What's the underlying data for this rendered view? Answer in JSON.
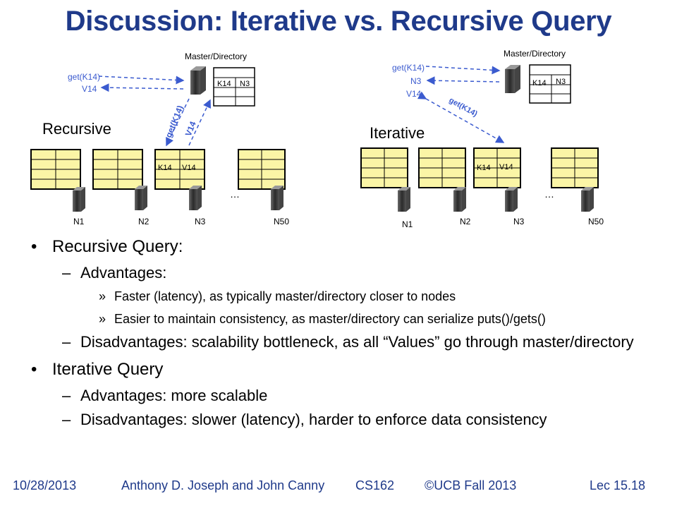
{
  "slide": {
    "title": "Discussion: Iterative vs. Recursive Query"
  },
  "diagram": {
    "left": {
      "label": "Recursive",
      "master_label": "Master/Directory",
      "master_key": "K14",
      "master_value": "N3",
      "msg_get": "get(K14)",
      "msg_v14": "V14",
      "diag_get": "get(K14)",
      "diag_v14": "V14",
      "node_key": "K14",
      "node_value": "V14",
      "ellipsis": "…",
      "nodes": [
        "N1",
        "N2",
        "N3",
        "N50"
      ]
    },
    "right": {
      "label": "Iterative",
      "master_label": "Master/Directory",
      "master_key": "K14",
      "master_value": "N3",
      "msg_get": "get(K14)",
      "msg_n3": "N3",
      "msg_v14": "V14",
      "diag_get": "get(K14)",
      "node_key": "K14",
      "node_value": "V14",
      "ellipsis": "…",
      "nodes": [
        "N1",
        "N2",
        "N3",
        "N50"
      ]
    }
  },
  "bullets": {
    "recursive_query": "Recursive Query:",
    "rec_advantages": "Advantages:",
    "rec_adv_1": "Faster (latency), as typically master/directory closer to nodes",
    "rec_adv_2": "Easier to maintain consistency, as master/directory can serialize puts()/gets()",
    "rec_disadvantages": "Disadvantages: scalability bottleneck, as all “Values” go through master/directory",
    "iterative_query": "Iterative Query",
    "it_advantages": "Advantages: more scalable",
    "it_disadvantages": "Disadvantages: slower (latency), harder to enforce data consistency",
    "dash": "–",
    "raquo": "»"
  },
  "footer": {
    "date": "10/28/2013",
    "authors": "Anthony D. Joseph and John Canny",
    "course": "CS162",
    "copyright": "©UCB Fall 2013",
    "lecture": "Lec 15.18"
  },
  "colors": {
    "title": "#1f3a8a",
    "arrow": "#3b5bcf",
    "table_fill": "#fbf5a6",
    "server": "#3a3a3a"
  }
}
